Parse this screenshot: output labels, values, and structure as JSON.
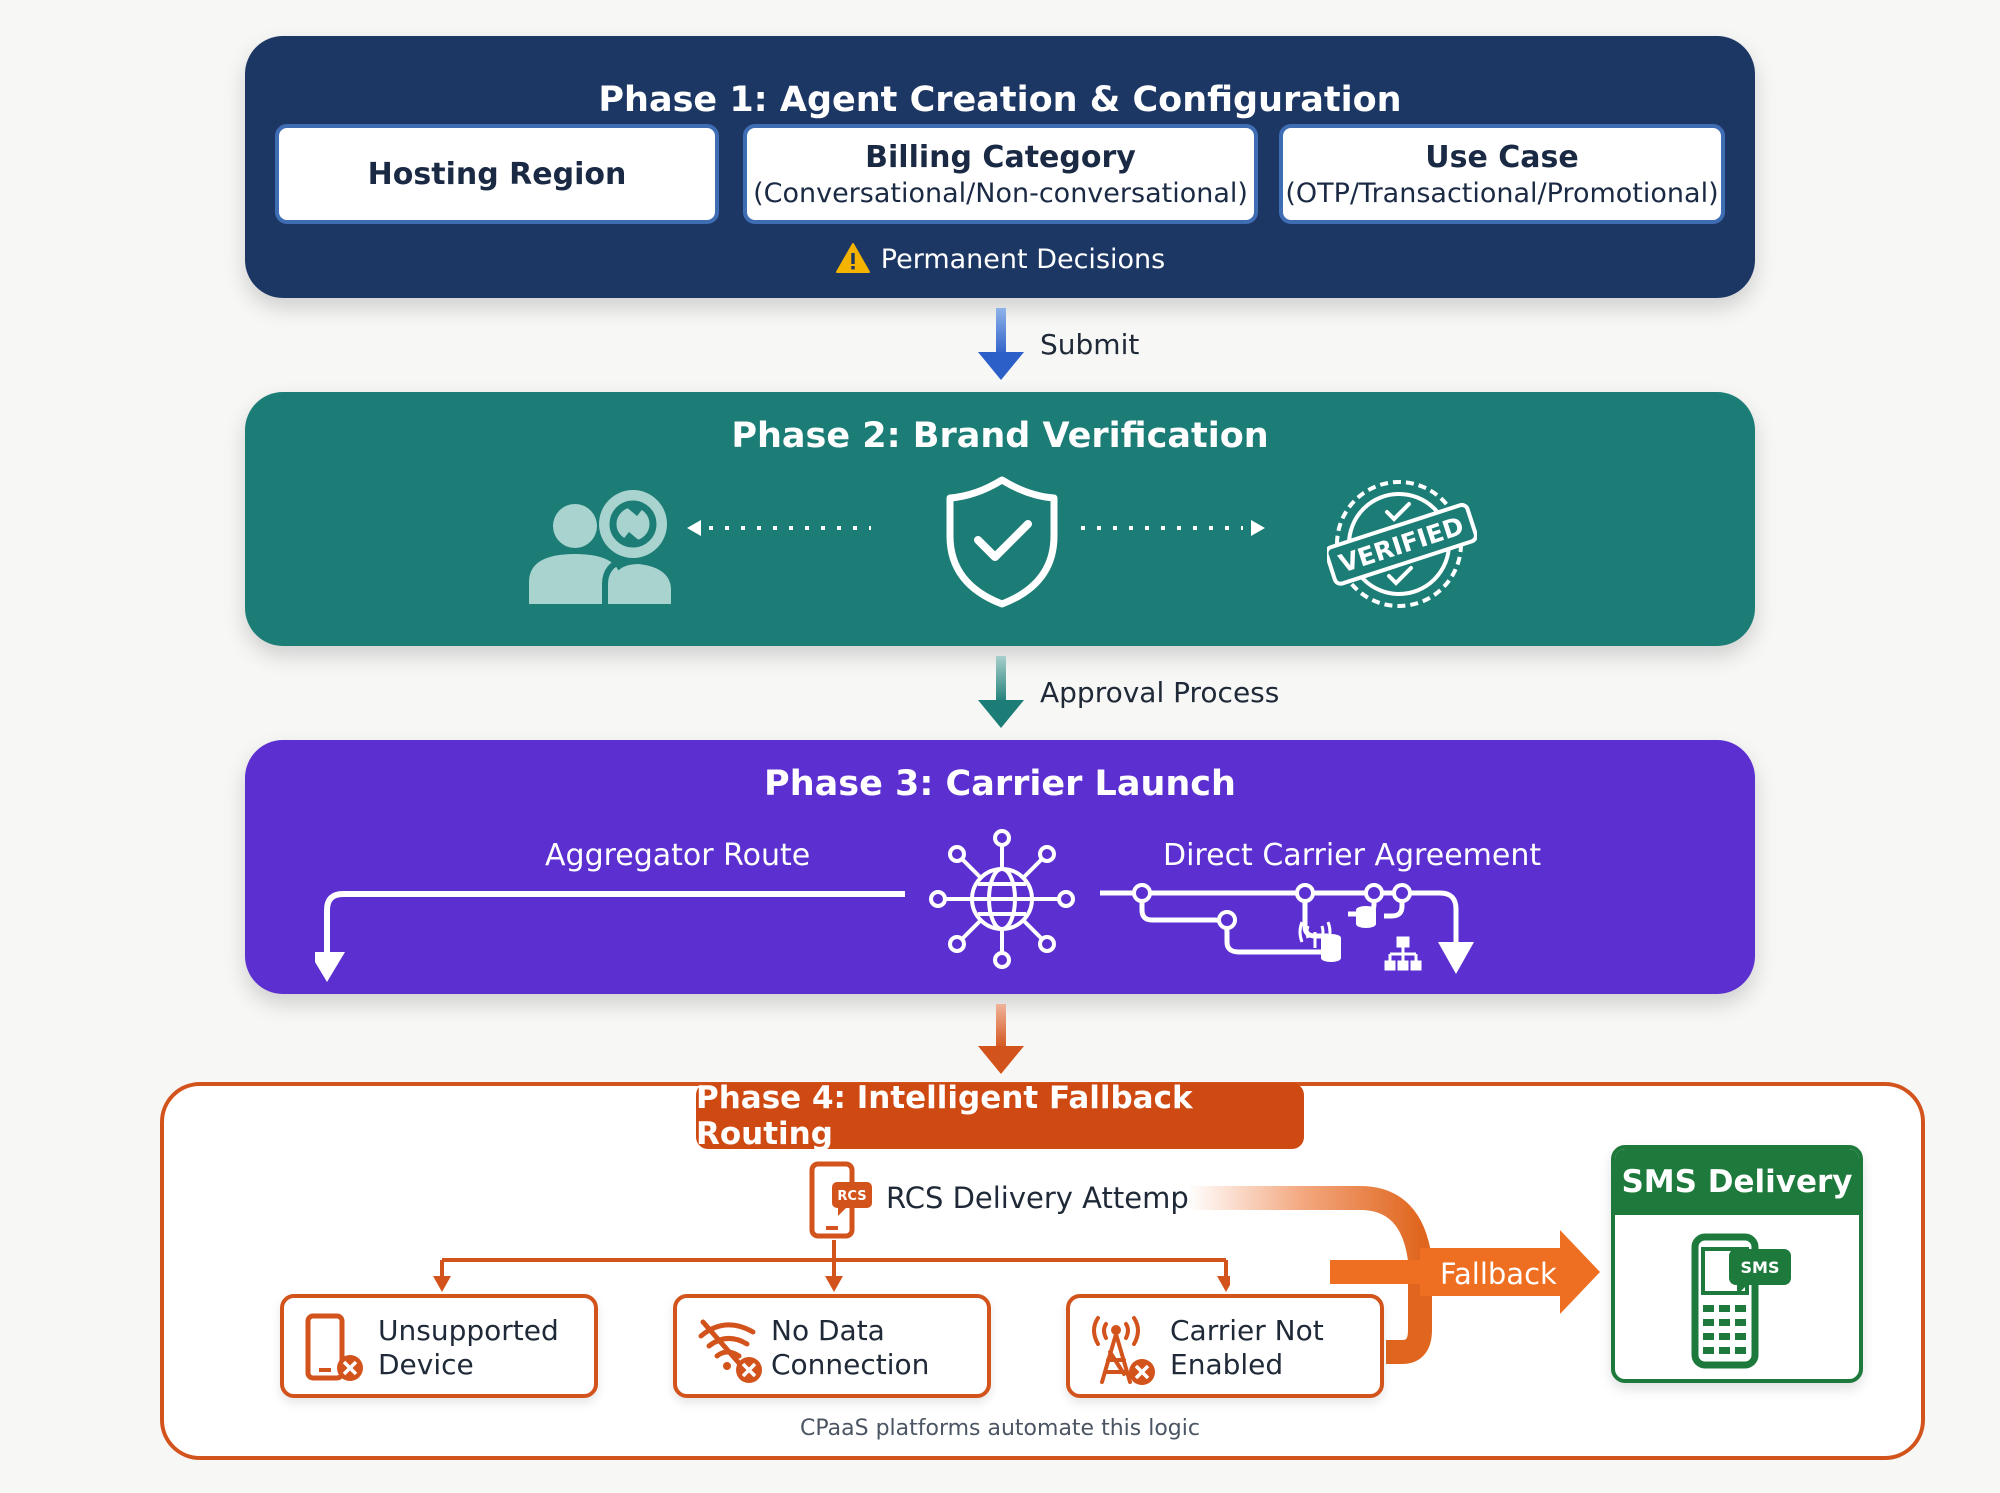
{
  "phase1": {
    "title": "Phase 1: Agent Creation & Configuration",
    "boxes": [
      {
        "title": "Hosting Region",
        "subtitle": ""
      },
      {
        "title": "Billing Category",
        "subtitle": "(Conversational/Non-conversational)"
      },
      {
        "title": "Use Case",
        "subtitle": "(OTP/Transactional/Promotional)"
      }
    ],
    "note": "Permanent Decisions",
    "note_icon": "warning-icon"
  },
  "connector1": {
    "label": "Submit"
  },
  "phase2": {
    "title": "Phase 2: Brand Verification",
    "stamp_text": "VERIFIED",
    "icons": [
      "users-sync-icon",
      "shield-check-icon",
      "verified-stamp-icon"
    ]
  },
  "connector2": {
    "label": "Approval Process"
  },
  "phase3": {
    "title": "Phase 3: Carrier Launch",
    "left_route": "Aggregator Route",
    "right_route": "Direct Carrier Agreement",
    "icons": [
      "globe-network-icon",
      "antenna-icon",
      "database-icon",
      "hierarchy-icon"
    ]
  },
  "phase4": {
    "title": "Phase 4: Intelligent Fallback Routing",
    "attempt": "RCS Delivery Attempt",
    "attempt_badge": "RCS",
    "reasons": [
      {
        "line1": "Unsupported",
        "line2": "Device",
        "icon": "phone-error-icon"
      },
      {
        "line1": "No Data",
        "line2": "Connection",
        "icon": "no-wifi-icon"
      },
      {
        "line1": "Carrier Not",
        "line2": "Enabled",
        "icon": "tower-error-icon"
      }
    ],
    "fallback": "Fallback",
    "sms_title": "SMS Delivery",
    "sms_badge": "SMS",
    "footnote": "CPaaS platforms automate this logic"
  },
  "colors": {
    "phase1": "#1d3765",
    "phase2": "#1c7d76",
    "phase3": "#5b2fd0",
    "phase4": "#cf4a12",
    "sms": "#1e7a3c"
  }
}
